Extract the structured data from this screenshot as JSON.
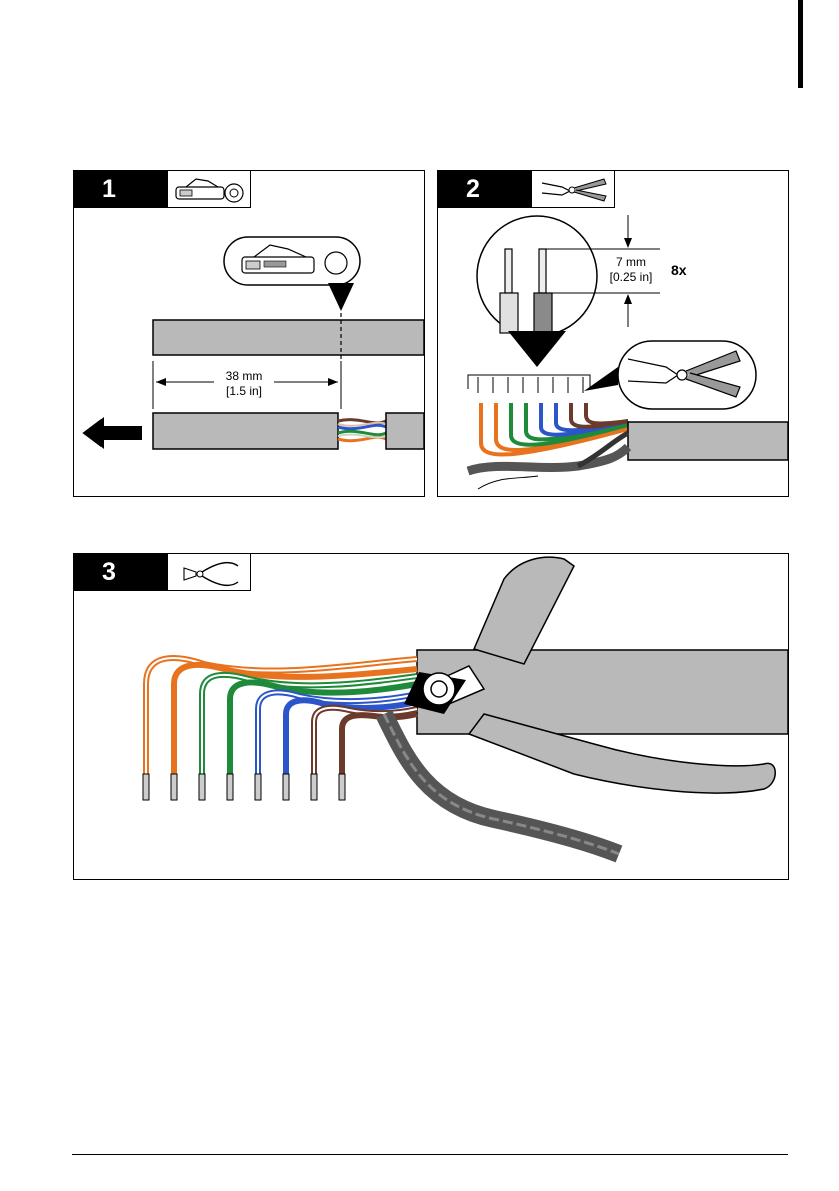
{
  "steps": [
    {
      "number": "1",
      "tool_icon": "wire-stripper-icon",
      "dimension": {
        "metric": "38 mm",
        "imperial": "[1.5 in]"
      }
    },
    {
      "number": "2",
      "tool_icon": "crimp-tool-icon",
      "dimension": {
        "metric": "7 mm",
        "imperial": "[0.25 in]"
      },
      "multiplier": "8x"
    },
    {
      "number": "3",
      "tool_icon": "diagonal-cutter-icon"
    }
  ],
  "colors": {
    "cable_gray": "#b9b9b9",
    "orange": "#e8731f",
    "green": "#1f8a3a",
    "blue": "#2b55c9",
    "brown": "#6b3a2a",
    "dark_gray": "#555555"
  }
}
